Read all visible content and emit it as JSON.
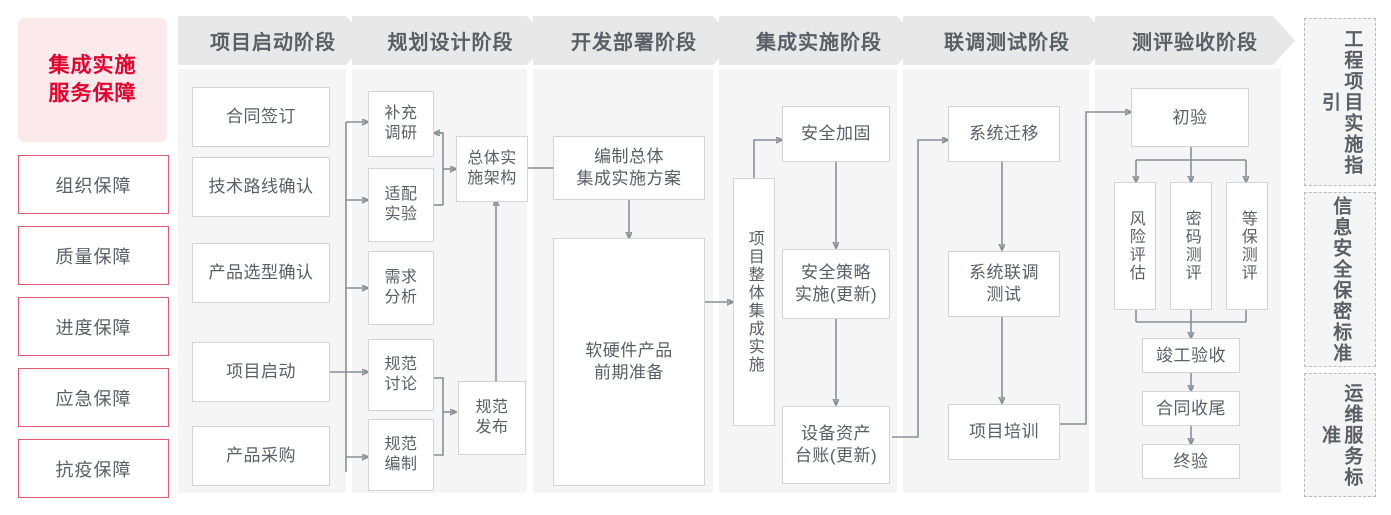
{
  "sidebar": {
    "title": "集成实施\n服务保障",
    "title_line1": "集成实施",
    "title_line2": "服务保障",
    "accent_color": "#e3032e",
    "border_color": "#e05a72",
    "items": [
      {
        "label": "组织保障"
      },
      {
        "label": "质量保障"
      },
      {
        "label": "进度保障"
      },
      {
        "label": "应急保障"
      },
      {
        "label": "抗疫保障"
      }
    ]
  },
  "phases": [
    {
      "id": "phase-1",
      "title": "项目启动阶段",
      "nodes": [
        {
          "id": "n-contract-signing",
          "label": "合同签订"
        },
        {
          "id": "n-tech-route-confirm",
          "label": "技术路线确认"
        },
        {
          "id": "n-product-selection",
          "label": "产品选型确认"
        },
        {
          "id": "n-project-kickoff",
          "label": "项目启动"
        },
        {
          "id": "n-product-purchase",
          "label": "产品采购"
        }
      ]
    },
    {
      "id": "phase-2",
      "title": "规划设计阶段",
      "nodes": [
        {
          "id": "n-supplement-research",
          "label": "补充\n调研"
        },
        {
          "id": "n-adapt-experiment",
          "label": "适配\n实验"
        },
        {
          "id": "n-requirement-analysis",
          "label": "需求\n分析"
        },
        {
          "id": "n-spec-discussion",
          "label": "规范\n讨论"
        },
        {
          "id": "n-spec-drafting",
          "label": "规范\n编制"
        },
        {
          "id": "n-overall-architecture",
          "label": "总体实\n施架构"
        },
        {
          "id": "n-spec-release",
          "label": "规范\n发布"
        }
      ]
    },
    {
      "id": "phase-3",
      "title": "开发部署阶段",
      "nodes": [
        {
          "id": "n-overall-plan",
          "label": "编制总体\n集成实施方案"
        },
        {
          "id": "n-hw-sw-prep",
          "label": "软硬件产品\n前期准备"
        }
      ]
    },
    {
      "id": "phase-4",
      "title": "集成实施阶段",
      "nodes": [
        {
          "id": "n-project-integration",
          "label": "项目整体集成实施"
        },
        {
          "id": "n-security-hardening",
          "label": "安全加固"
        },
        {
          "id": "n-security-policy",
          "label": "安全策略\n实施(更新)"
        },
        {
          "id": "n-asset-ledger",
          "label": "设备资产\n台账(更新)"
        }
      ]
    },
    {
      "id": "phase-5",
      "title": "联调测试阶段",
      "nodes": [
        {
          "id": "n-system-migration",
          "label": "系统迁移"
        },
        {
          "id": "n-joint-debug-test",
          "label": "系统联调\n测试"
        },
        {
          "id": "n-project-training",
          "label": "项目培训"
        }
      ]
    },
    {
      "id": "phase-6",
      "title": "测评验收阶段",
      "nodes": [
        {
          "id": "n-preliminary-accept",
          "label": "初验"
        },
        {
          "id": "n-risk-assessment",
          "label": "风险评估"
        },
        {
          "id": "n-crypto-evaluation",
          "label": "密码测评"
        },
        {
          "id": "n-mlps-evaluation",
          "label": "等保测评"
        },
        {
          "id": "n-completion-accept",
          "label": "竣工验收"
        },
        {
          "id": "n-contract-closeout",
          "label": "合同收尾"
        },
        {
          "id": "n-final-acceptance",
          "label": "终验"
        }
      ]
    }
  ],
  "standards": [
    {
      "id": "std-engineering",
      "label": "工程项目实施指引"
    },
    {
      "id": "std-security",
      "label": "信息安全保密标准"
    },
    {
      "id": "std-ops",
      "label": "运维服务标准"
    }
  ]
}
